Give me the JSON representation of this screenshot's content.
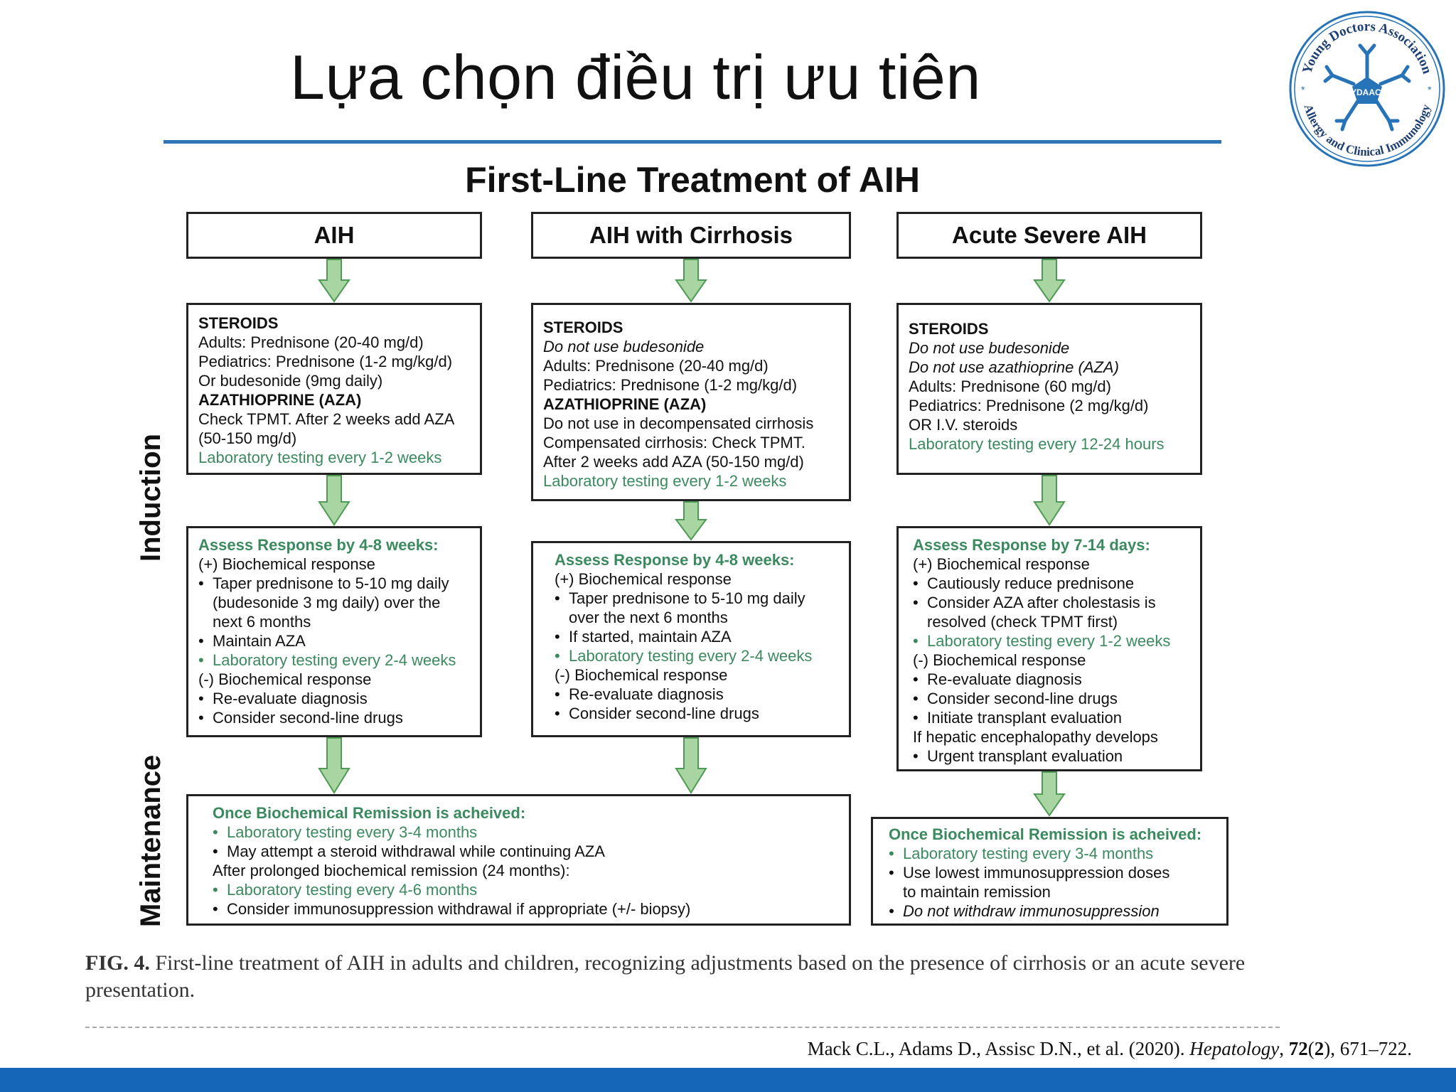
{
  "slide": {
    "title": "Lựa chọn điều trị ưu tiên",
    "logo": {
      "name_top": "Young Doctors Association",
      "name_bottom": "Allergy and Clinical Immunology",
      "acronym": "YDAACI",
      "primary_color": "#2673b8"
    },
    "accent_color": "#2f74b5"
  },
  "figure": {
    "title": "First-Line Treatment of AIH",
    "side_labels": {
      "induction": "Induction",
      "maintenance": "Maintenance"
    },
    "columns": {
      "aih": {
        "header": "AIH",
        "box1": [
          "STEROIDS",
          "Adults: Prednisone (20-40 mg/d)",
          "Pediatrics: Prednisone (1-2 mg/kg/d)",
          "Or budesonide (9mg daily)",
          "AZATHIOPRINE (AZA)",
          "Check TPMT. After 2 weeks add AZA",
          "(50-150 mg/d)",
          "Laboratory testing every 1-2 weeks"
        ],
        "box2": [
          "Assess Response by 4-8 weeks:",
          "(+) Biochemical response",
          "Taper prednisone to 5-10 mg daily",
          "(budesonide 3 mg daily) over the",
          "next 6 months",
          "Maintain AZA",
          "Laboratory testing every 2-4 weeks",
          "(-) Biochemical response",
          "Re-evaluate diagnosis",
          "Consider second-line drugs"
        ]
      },
      "cirrhosis": {
        "header": "AIH with Cirrhosis",
        "box1": [
          "STEROIDS",
          "Do not use budesonide",
          "Adults: Prednisone (20-40 mg/d)",
          "Pediatrics: Prednisone (1-2 mg/kg/d)",
          "AZATHIOPRINE (AZA)",
          "Do not use in decompensated cirrhosis",
          "Compensated cirrhosis: Check TPMT.",
          "After 2 weeks add AZA (50-150 mg/d)",
          "Laboratory testing every 1-2 weeks"
        ],
        "box2": [
          "Assess Response by 4-8 weeks:",
          "(+) Biochemical response",
          "Taper prednisone to 5-10 mg daily",
          "over the next 6 months",
          "If started, maintain AZA",
          "Laboratory testing every 2-4 weeks",
          "(-) Biochemical response",
          "Re-evaluate diagnosis",
          "Consider second-line drugs"
        ]
      },
      "acute": {
        "header": "Acute Severe AIH",
        "box1": [
          "STEROIDS",
          "Do not use budesonide",
          "Do not use azathioprine (AZA)",
          "Adults: Prednisone (60 mg/d)",
          "Pediatrics: Prednisone (2 mg/kg/d)",
          "OR I.V. steroids",
          "Laboratory testing every 12-24 hours"
        ],
        "box2": [
          "Assess Response by 7-14 days:",
          "(+) Biochemical response",
          "Cautiously reduce prednisone",
          "Consider AZA after cholestasis is",
          "resolved (check TPMT first)",
          "Laboratory testing every 1-2 weeks",
          "(-) Biochemical response",
          "Re-evaluate diagnosis",
          "Consider second-line drugs",
          "Initiate transplant evaluation",
          "If hepatic encephalopathy develops",
          "Urgent transplant evaluation"
        ]
      }
    },
    "maintenance_left": [
      "Once Biochemical Remission is acheived:",
      "Laboratory testing every 3-4 months",
      "May attempt a steroid withdrawal while continuing AZA",
      "After prolonged biochemical remission (24 months):",
      "Laboratory testing every 4-6 months",
      "Consider immunosuppression withdrawal if appropriate (+/- biopsy)"
    ],
    "maintenance_right": [
      "Once Biochemical Remission is acheived:",
      "Laboratory testing every 3-4 months",
      "Use lowest immunosuppression doses",
      "to maintain remission",
      "Do not withdraw immunosuppression"
    ],
    "caption": {
      "label": "FIG. 4.",
      "text": " First-line treatment of AIH in adults and children, recognizing adjustments based on the presence of cirrhosis or an acute severe presentation."
    },
    "colors": {
      "green_text": "#3b8a5f",
      "arrow_fill": "#a8d5a2",
      "arrow_stroke": "#4f9a55"
    }
  },
  "citation": {
    "authors": "Mack C.L., Adams D., Assisc D.N., et al. (2020). ",
    "journal": "Hepatology",
    "sep1": ", ",
    "volume": "72",
    "issue_open": "(",
    "issue": "2",
    "issue_close": ")",
    "pages": ", 671–722."
  },
  "footer": {
    "bar_color": "#1565b8"
  }
}
